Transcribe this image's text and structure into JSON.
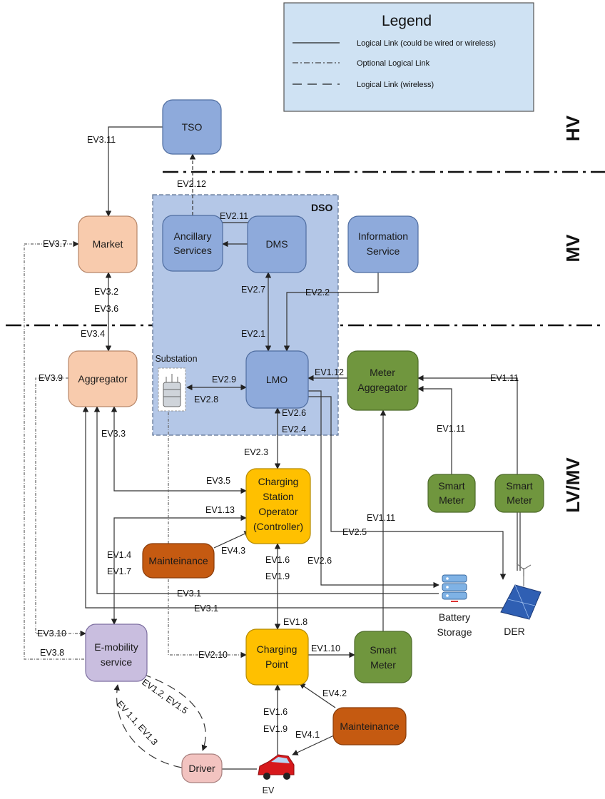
{
  "legend": {
    "title": "Legend",
    "solid": "Logical Link (could be wired or wireless)",
    "dashdot": "Optional Logical Link",
    "dashed": "Logical Link (wireless)"
  },
  "zones": {
    "hv": "HV",
    "mv": "MV",
    "lvmv": "LV/MV"
  },
  "dso_label": "DSO",
  "nodes": {
    "tso": "TSO",
    "market": "Market",
    "ancillary_1": "Ancillary",
    "ancillary_2": "Services",
    "dms": "DMS",
    "info_1": "Information",
    "info_2": "Service",
    "aggregator": "Aggregator",
    "substation": "Substation",
    "lmo": "LMO",
    "meter_agg_1": "Meter",
    "meter_agg_2": "Aggregator",
    "cso_1": "Charging",
    "cso_2": "Station",
    "cso_3": "Operator",
    "cso_4": "(Controller)",
    "smart_meter_a1": "Smart",
    "smart_meter_a2": "Meter",
    "smart_meter_b1": "Smart",
    "smart_meter_b2": "Meter",
    "maint_1": "Mainteinance",
    "battery_1": "Battery",
    "battery_2": "Storage",
    "der": "DER",
    "emob_1": "E-mobility",
    "emob_2": "service",
    "cp_1": "Charging",
    "cp_2": "Point",
    "smart_meter_c1": "Smart",
    "smart_meter_c2": "Meter",
    "maint_2": "Mainteinance",
    "driver": "Driver",
    "ev": "EV"
  },
  "links": {
    "ev3_11": "EV3.11",
    "ev2_12": "EV2.12",
    "ev2_11": "EV2.11",
    "ev3_7": "EV3.7",
    "ev3_2": "EV3.2",
    "ev3_6": "EV3.6",
    "ev2_7": "EV2.7",
    "ev2_2": "EV2.2",
    "ev2_1": "EV2.1",
    "ev3_4": "EV3.4",
    "ev3_9": "EV3.9",
    "ev2_9": "EV2.9",
    "ev2_8": "EV2.8",
    "ev1_12": "EV1.12",
    "ev1_11a": "EV1.11",
    "ev1_11b": "EV1.11",
    "ev1_11c": "EV1.11",
    "ev2_6a": "EV2.6",
    "ev2_4": "EV2.4",
    "ev3_3": "EV3.3",
    "ev2_3": "EV2.3",
    "ev3_5": "EV3.5",
    "ev1_13": "EV1.13",
    "ev2_5": "EV2.5",
    "ev1_4": "EV1.4",
    "ev1_7": "EV1.7",
    "ev4_3": "EV4.3",
    "ev1_6a": "EV1.6",
    "ev1_9a": "EV1.9",
    "ev2_6b": "EV2.6",
    "ev3_1a": "EV3.1",
    "ev3_1b": "EV3.1",
    "ev1_8": "EV1.8",
    "ev3_10": "EV3.10",
    "ev3_8": "EV3.8",
    "ev2_10": "EV2.10",
    "ev1_10": "EV1.10",
    "ev1_2": "EV1.2, EV1.5",
    "ev1_1": "EV 1.1, EV1.3",
    "ev4_2": "EV4.2",
    "ev1_6b": "EV1.6",
    "ev1_9b": "EV1.9",
    "ev4_1": "EV4.1"
  },
  "colors": {
    "blue_node": "#8eaadb",
    "dso_bg": "#b4c7e7",
    "legend_bg": "#cfe2f3",
    "orange_node": "#f8cbad",
    "green_node": "#70963e",
    "yellow_node": "#ffc000",
    "dark_orange_node": "#c55a11",
    "purple_node": "#c9bedf",
    "pink_node": "#f2c3c0"
  }
}
